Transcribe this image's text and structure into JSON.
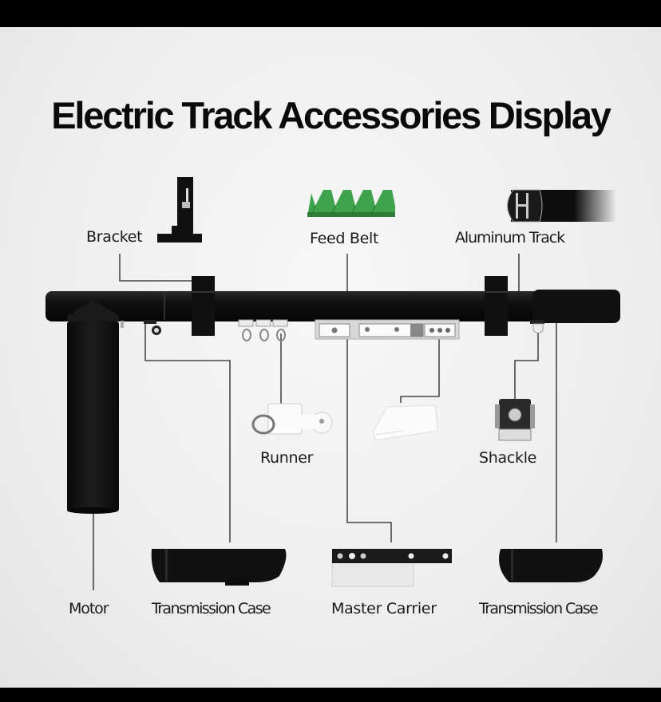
{
  "title": "Electric Track Accessories Display",
  "labels": {
    "bracket": "Bracket",
    "feed_belt": "Feed Belt",
    "aluminum_track": "Aluminum Track",
    "runner": "Runner",
    "shackle": "Shackle",
    "motor": "Motor",
    "transmission_case_left": "Transmission Case",
    "master_carrier": "Master Carrier",
    "transmission_case_right": "Transmission Case"
  },
  "colors": {
    "background": "#efefef",
    "track": "#0d0d0d",
    "feed_belt": "#3fa34d",
    "text": "#1a1a1a",
    "frame": "#000000"
  }
}
